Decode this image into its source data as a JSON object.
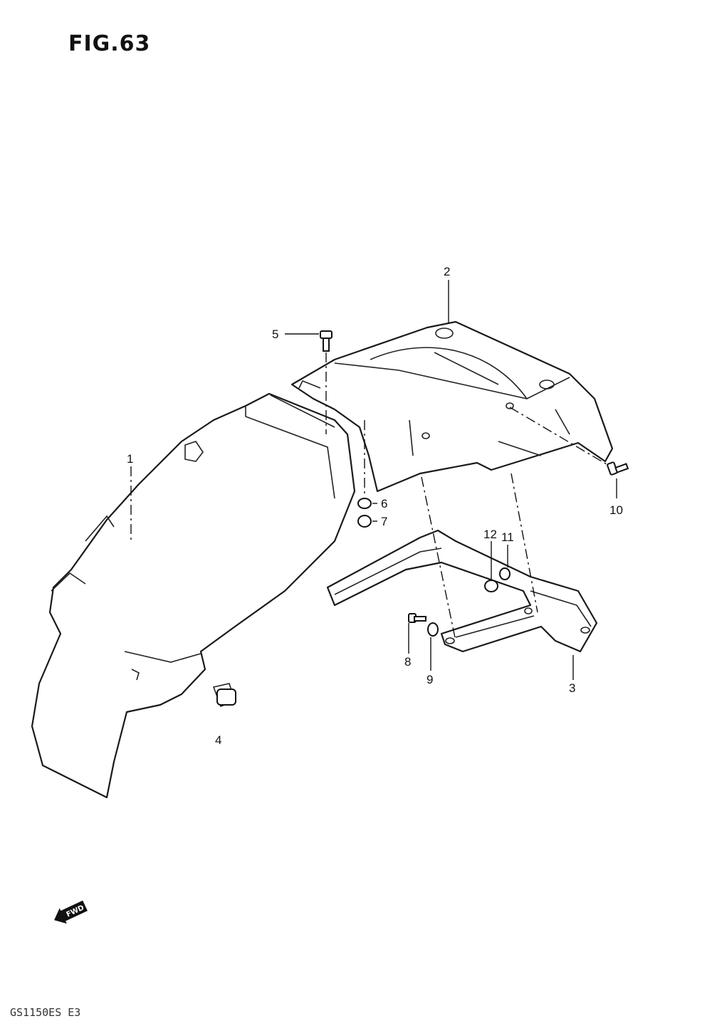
{
  "figure": {
    "title": "FIG.63"
  },
  "callouts": {
    "c1": "1",
    "c2": "2",
    "c3": "3",
    "c4": "4",
    "c5": "5",
    "c6": "6",
    "c7": "7",
    "c8": "8",
    "c9": "9",
    "c10": "10",
    "c11": "11",
    "c12": "12"
  },
  "direction": {
    "label": "FWD"
  },
  "footer": {
    "code": "GS1150ES E3"
  }
}
